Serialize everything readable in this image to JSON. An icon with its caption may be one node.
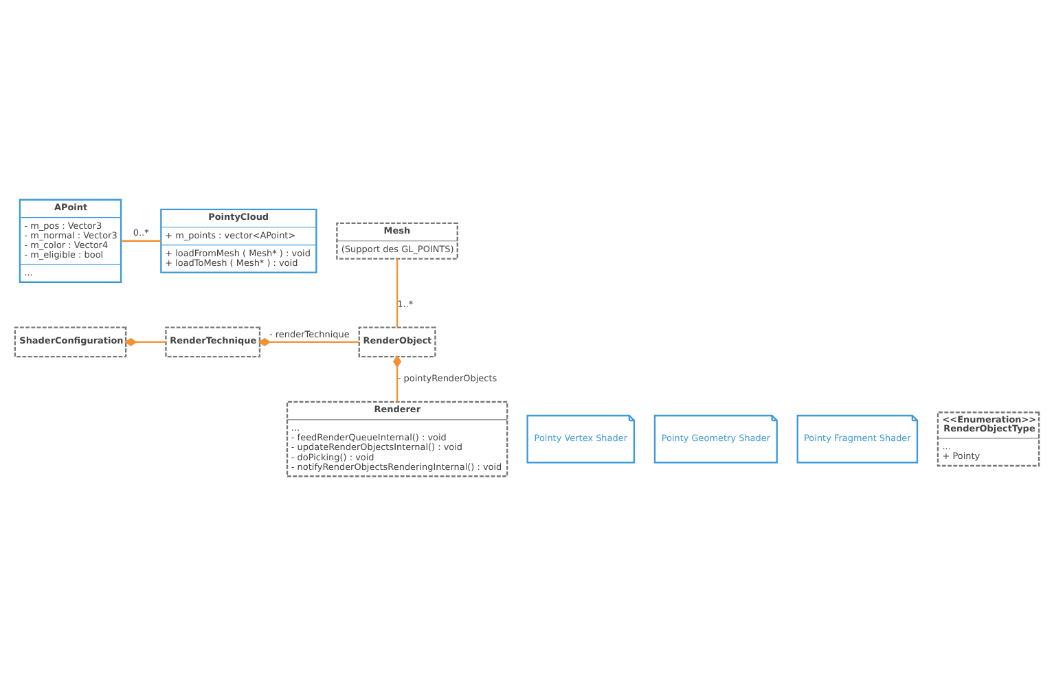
{
  "diagram": {
    "nodes": [
      {
        "text": [
          "APoint",
          "- m_pos : Vector3",
          "- m_normal : Vector3",
          "- m_color : Vector4",
          "- m_eligible : bool",
          "..."
        ]
      },
      {
        "text": [
          "PointyCloud",
          "+ m_points : vector<APoint>",
          "+ loadFromMesh ( Mesh* ) : void",
          "+ loadToMesh ( Mesh* ) : void"
        ]
      },
      {
        "text": [
          "Mesh",
          "(Support des GL_POINTS)"
        ]
      },
      {
        "text": [
          "ShaderConfiguration"
        ]
      },
      {
        "text": [
          "RenderTechnique"
        ]
      },
      {
        "text": [
          "RenderObject"
        ]
      },
      {
        "text": [
          "Pointy Vertex Shader"
        ]
      },
      {
        "text": [
          "Pointy Geometry Shader"
        ]
      },
      {
        "text": [
          "Pointy Fragment Shader"
        ]
      },
      {
        "text": [
          "<<Enumeration>>",
          "RenderObjectType",
          "...",
          "+ Pointy"
        ]
      },
      {
        "text": [
          "Renderer",
          "...",
          "- feedRenderQueueInternal() : void",
          "- updateRenderObjectsInternal() : void",
          "- doPicking() : void",
          "- notifyRenderObjectsRenderingInternal() : void"
        ]
      }
    ],
    "edges": [
      {
        "from": 0,
        "to": 1,
        "arrow": "none",
        "label": "0..*"
      },
      {
        "from": 2,
        "to": 5,
        "arrow": "none",
        "label": "1..*"
      },
      {
        "from": 3,
        "to": 4,
        "arrow": "other"
      },
      {
        "from": 4,
        "to": 5,
        "arrow": "other",
        "label": "- renderTechnique"
      },
      {
        "from": 5,
        "to": 10,
        "arrow": "other",
        "label": "- pointyRenderObjects"
      }
    ]
  }
}
